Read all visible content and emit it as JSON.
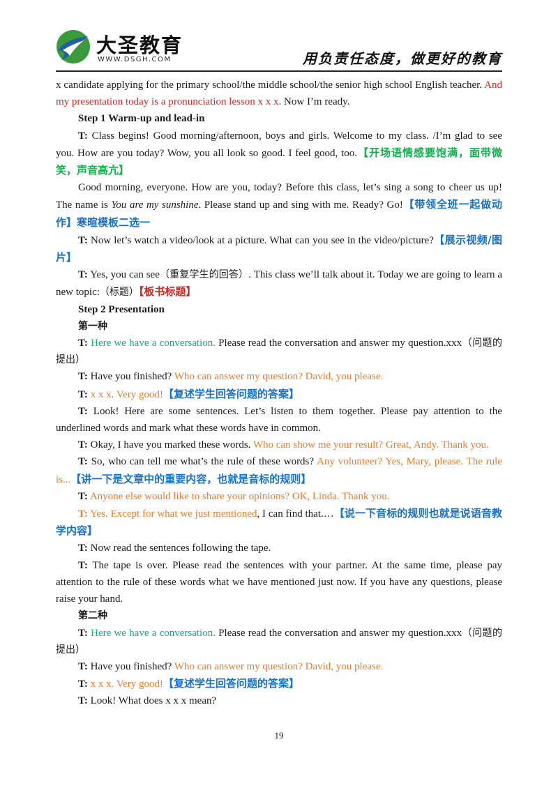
{
  "header": {
    "brand": "大圣教育",
    "url": "WWW.DSGH.COM",
    "slogan": "用负责任态度，做更好的教育",
    "colors": {
      "logo_green": "#3a9a3c",
      "logo_blue": "#1f5fa8"
    }
  },
  "p1": {
    "a": "x candidate applying for the primary school/the middle school/the senior high school English teacher. ",
    "b": "And my presentation today is a pronunciation lesson x x x.",
    "c": " Now I’m ready."
  },
  "step1": "Step 1 Warm-up and lead-in",
  "p2": {
    "t": "T:",
    "a": " Class begins! Good morning/afternoon, boys and girls. Welcome to my class. /I’m glad to see you. How are you today? Wow, you all look so good. I feel good, too.",
    "note": "【开场语情感要饱满，面带微笑，声音高亢】"
  },
  "p3": {
    "a": "Good morning, everyone. How are you, today? Before this class, let’s sing a song to cheer us up! The name is ",
    "song": "You are my sunshine",
    "b": ". Please stand up and sing with me. Ready? Go!",
    "note1": "【带领全班一起做动作】",
    "note2": "寒暄模板二选一"
  },
  "p4": {
    "t": "T:",
    "a": " Now let’s watch a video/look at a picture. What can you see in the video/picture?",
    "note": "【展示视频/图片】"
  },
  "p5": {
    "t": "T:",
    "a": " Yes, you can see",
    "cn1": "（重复学生的回答）",
    "b": ". This class we’ll talk about it. Today we are going to learn a new topic:",
    "cn2": "（标题）",
    "note": "【板书标题】"
  },
  "step2": "Step 2 Presentation",
  "type1": "第一种",
  "p6": {
    "t": "T:",
    "a": " ",
    "teal": "Here we have a conversation.",
    "b": " Please read the conversation and answer my question.xxx",
    "cn": "（问题的提出）"
  },
  "p7": {
    "t": "T:",
    "a": " Have you finished? ",
    "orange": "Who can answer my question? David, you please."
  },
  "p8": {
    "t": "T:",
    "a": " ",
    "orange": "x x x. Very good!",
    "note": "【复述学生回答问题的答案】"
  },
  "p9": {
    "t": "T:",
    "a": " Look! Here are some sentences. Let’s listen to them together. Please pay attention to the underlined words and mark what these words have in common."
  },
  "p10": {
    "t": "T:",
    "a": " Okay, I have you marked these words. ",
    "orange": "Who can show me your result? Great, Andy. Thank you."
  },
  "p11": {
    "t": "T:",
    "a": " So, who can tell me what’s the rule of these words? ",
    "orange": "Any volunteer? Yes, Mary, please. The rule is...",
    "note": "【讲一下是文章中的重要内容，也就是音标的规则】"
  },
  "p12": {
    "t": "T:",
    "orange": " Anyone else would like to share your opinions? OK, Linda. Thank you."
  },
  "p13": {
    "t": "T:",
    "orange": " Yes. Except for what we just mentioned",
    "a": ", I can find that.…",
    "note": "【说一下音标的规则也就是说语音教学内容】"
  },
  "p14": {
    "t": "T:",
    "a": " Now read the sentences following the tape."
  },
  "p15": {
    "t": "T:",
    "a": " The tape is over. Please read the sentences with your partner. At the same time, please pay attention to the rule of these words what we have mentioned just now. If you have any questions, please raise your hand."
  },
  "type2": "第二种",
  "p16": {
    "t": "T:",
    "a": " ",
    "teal": "Here we have a conversation.",
    "b": " Please read the conversation and answer my question.xxx",
    "cn": "（问题的提出）"
  },
  "p17": {
    "t": "T:",
    "a": " Have you finished? ",
    "orange": "Who can answer my question? David, you please."
  },
  "p18": {
    "t": "T:",
    "a": " ",
    "orange": "x x x. Very good!",
    "note": "【复述学生回答问题的答案】"
  },
  "p19": {
    "t": "T:",
    "a": " Look! What does x x x mean?"
  },
  "page_number": "19"
}
